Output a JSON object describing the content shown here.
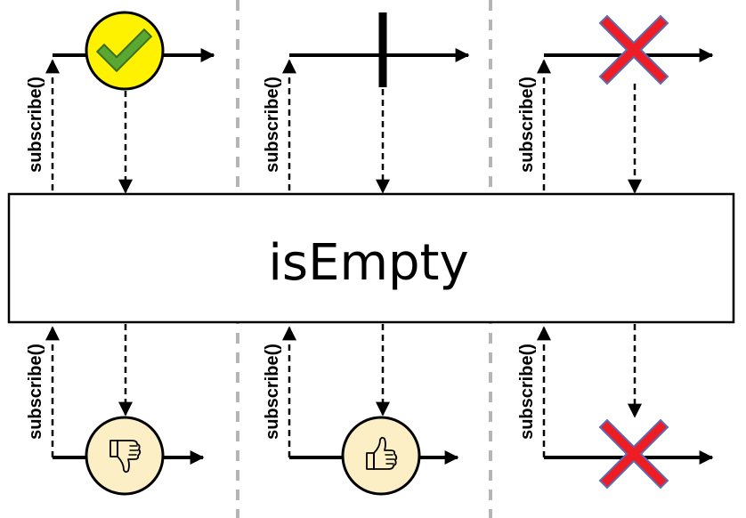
{
  "operator": {
    "label": "isEmpty"
  },
  "subscribe_label": "subscribe()",
  "panels": [
    {
      "name": "source-emits-item",
      "input_event": "item",
      "output_event": "false"
    },
    {
      "name": "source-completes-empty",
      "input_event": "complete",
      "output_event": "true"
    },
    {
      "name": "source-errors",
      "input_event": "error",
      "output_event": "error"
    }
  ],
  "colors": {
    "line": "#000000",
    "divider": "#b5b5b5",
    "item_fill": "#fff200",
    "check": "#5aa832",
    "result_fill": "#fdefc5",
    "error_fill": "#ee1c24",
    "error_stroke": "#5c6bb0",
    "box_fill": "#ffffff"
  }
}
